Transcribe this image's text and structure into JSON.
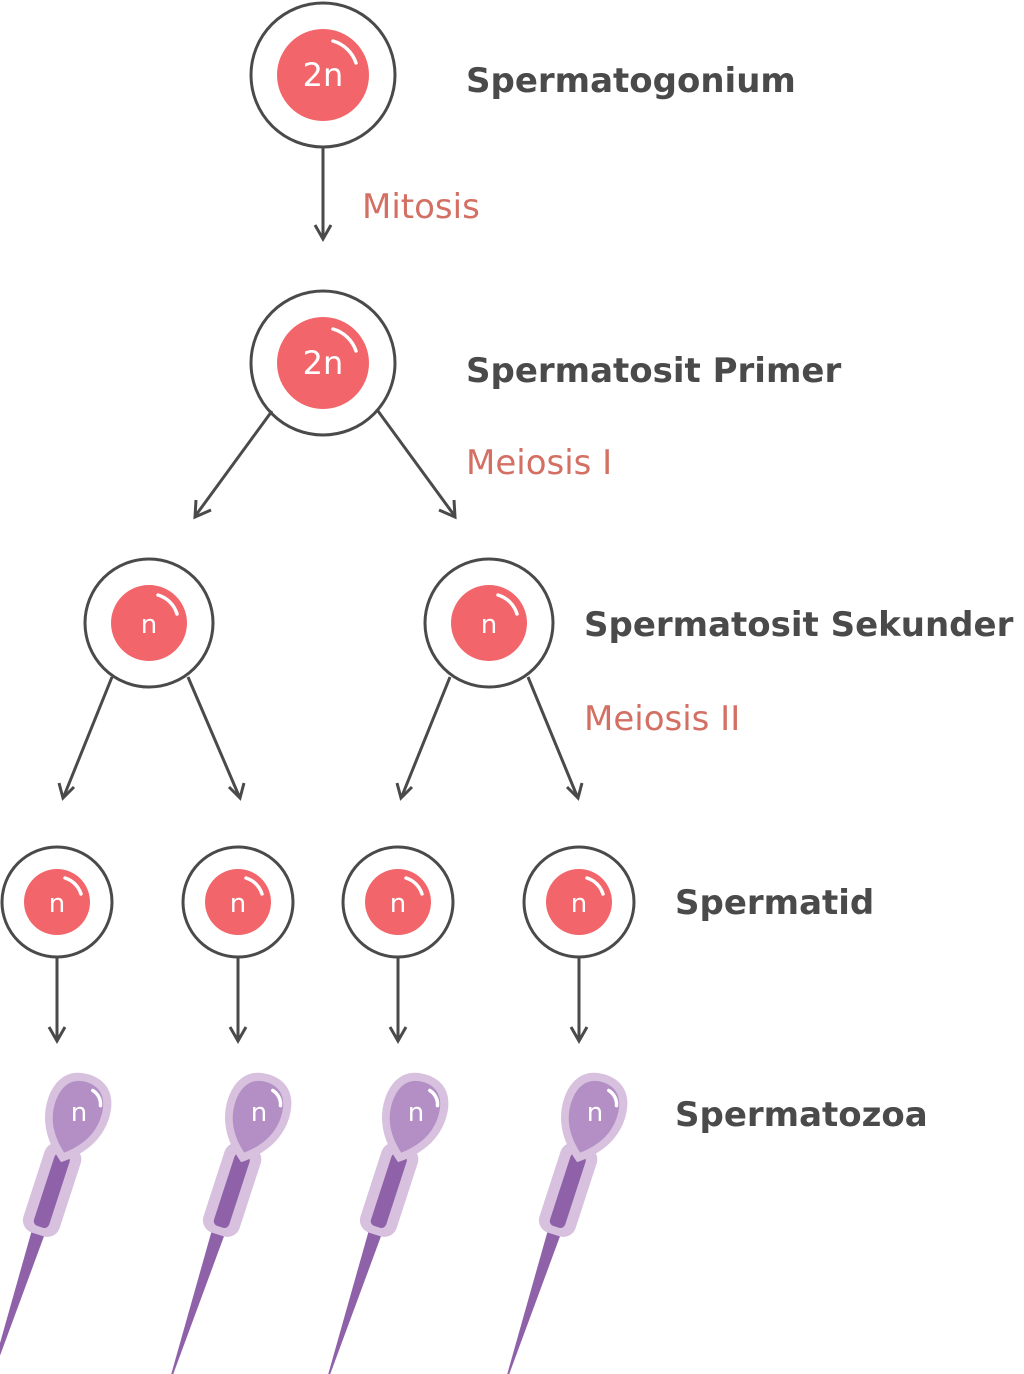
{
  "stages": {
    "spermatogonium": "Spermatogonium",
    "primary": "Spermatosit Primer",
    "secondary": "Spermatosit Sekunder",
    "spermatid": "Spermatid",
    "spermatozoa": "Spermatozoa"
  },
  "processes": {
    "mitosis": "Mitosis",
    "meiosis1": "Meiosis I",
    "meiosis2": "Meiosis II"
  },
  "ploidy": {
    "diploid": "2n",
    "haploid": "n"
  },
  "colors": {
    "nucleus": "#f2656a",
    "outline": "#4a4a4a",
    "process_text": "#d36f63",
    "sperm_light": "#d7c1de",
    "sperm_mid": "#b38fc5",
    "sperm_dark": "#8e61a9"
  }
}
